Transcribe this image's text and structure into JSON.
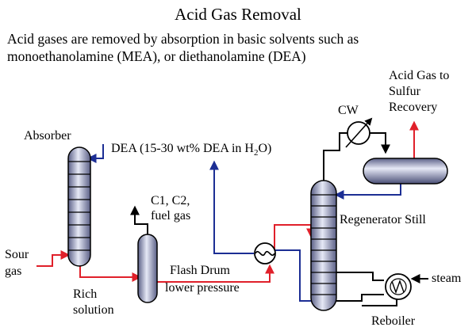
{
  "title": "Acid Gas Removal",
  "intro": {
    "line1": "Acid gases are removed by absorption in basic solvents such as",
    "line2": "monoethanolamine (MEA), or diethanolamine (DEA)"
  },
  "diagram": {
    "labels": {
      "absorber": "Absorber",
      "dea_prefix": "DEA (15-30 wt% DEA in H",
      "dea_sub": "2",
      "dea_suffix": "O)",
      "c1c2_line1": "C1, C2,",
      "c1c2_line2": "fuel gas",
      "sour_line1": "Sour",
      "sour_line2": "gas",
      "rich_line1": "Rich",
      "rich_line2": "solution",
      "flash_line1": "Flash Drum",
      "flash_line2": "lower pressure",
      "cw": "CW",
      "acid_line1": "Acid Gas to",
      "acid_line2": "Sulfur",
      "acid_line3": "Recovery",
      "regenerator": "Regenerator Still",
      "steam": "steam",
      "reboiler": "Reboiler"
    },
    "colors": {
      "rich_stream": "#e0202a",
      "lean_stream": "#1c2e94",
      "process_line": "#000000",
      "vessel_fill_light": "#dfe3f3",
      "vessel_fill_dark": "#5a5f86"
    }
  }
}
